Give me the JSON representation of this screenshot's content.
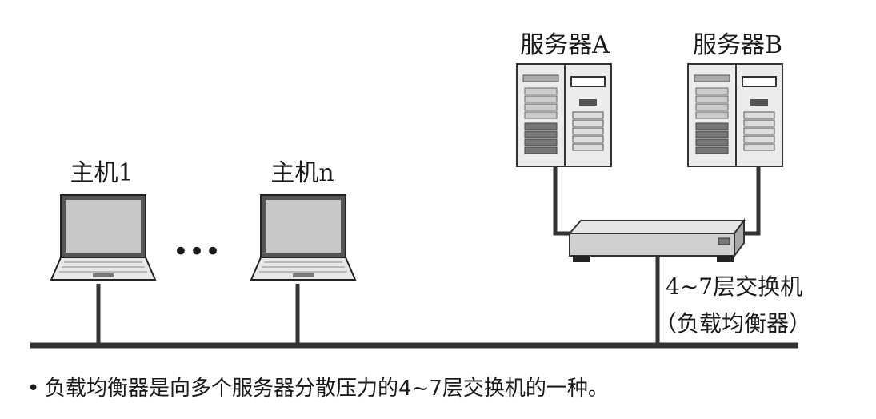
{
  "nodes": {
    "server_a": {
      "label": "服务器A"
    },
    "server_b": {
      "label": "服务器B"
    },
    "host_1": {
      "label": "主机1"
    },
    "host_n": {
      "label": "主机n"
    },
    "ellipsis": {
      "label": "•••"
    },
    "switch": {
      "label_line1": "4~7层交换机",
      "label_line2": "（负载均衡器）"
    }
  },
  "caption": {
    "bullet": "•",
    "text": "负载均衡器是向多个服务器分散压力的4~7层交换机的一种。"
  },
  "colors": {
    "line": "#333333",
    "device_fill": "#d9d9d9",
    "device_dark": "#595959",
    "screen": "#c8c8c8"
  }
}
